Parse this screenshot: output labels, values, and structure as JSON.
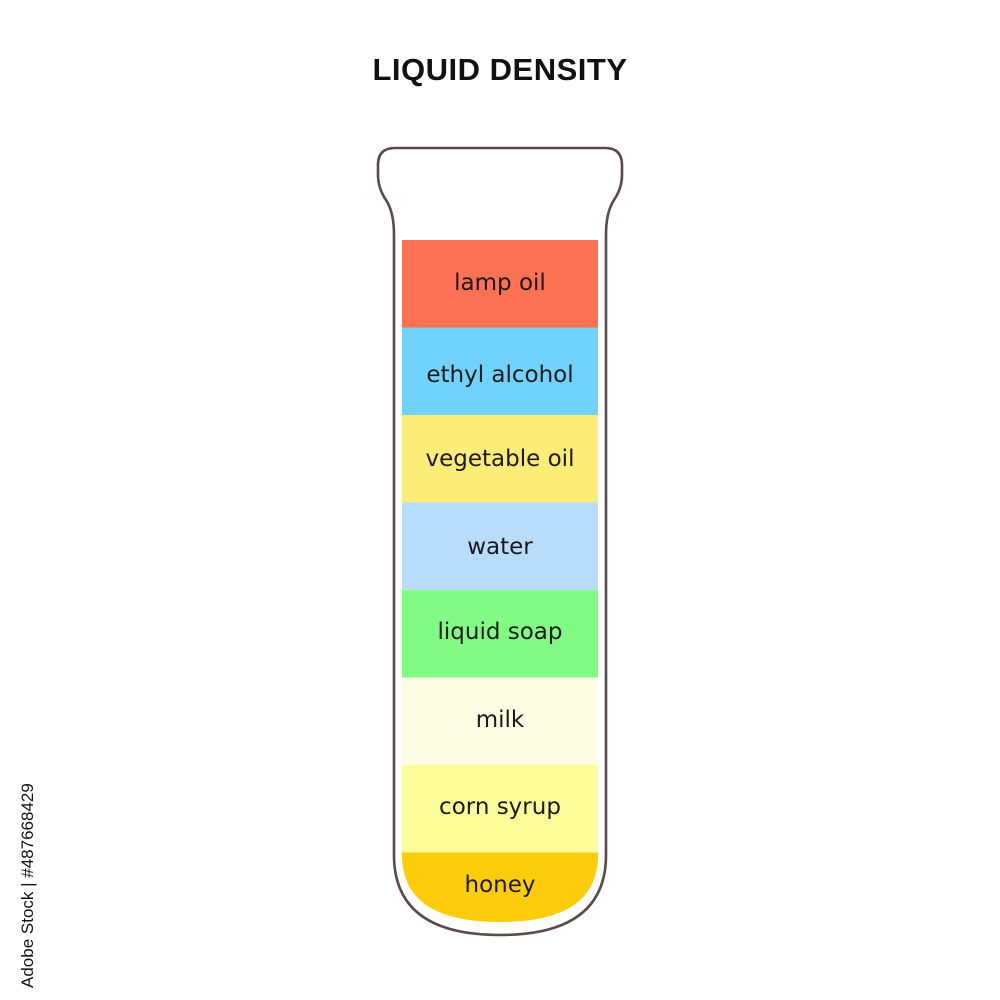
{
  "title": "LIQUID DENSITY",
  "colors": {
    "outline": "#5a4a48",
    "background": "#ffffff"
  },
  "layers": [
    {
      "label": "lamp oil",
      "color": "#fe7152"
    },
    {
      "label": "ethyl alcohol",
      "color": "#70d3fe"
    },
    {
      "label": "vegetable oil",
      "color": "#fdec78"
    },
    {
      "label": "water",
      "color": "#b8dcfc"
    },
    {
      "label": "liquid soap",
      "color": "#82fb84"
    },
    {
      "label": "milk",
      "color": "#fdfde3"
    },
    {
      "label": "corn syrup",
      "color": "#fcfd98"
    },
    {
      "label": "honey",
      "color": "#fdcd0b"
    }
  ],
  "stock_id": "Adobe Stock | #487668429"
}
